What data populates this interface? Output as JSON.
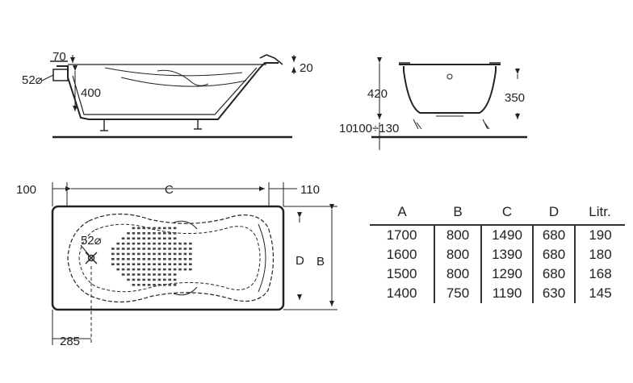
{
  "side_view": {
    "dim_70": "70",
    "dim_52_diameter": "52⌀",
    "dim_400": "400",
    "dim_20": "20"
  },
  "end_view": {
    "dim_420": "420",
    "dim_350": "350",
    "dim_legs": "100÷130",
    "dim_legs_prefix": "10"
  },
  "plan_view": {
    "dim_100": "100",
    "dim_c": "C",
    "dim_110": "110",
    "dim_52_diameter": "52⌀",
    "dim_d": "D",
    "dim_b": "B",
    "dim_285": "285"
  },
  "size_table": {
    "headers": [
      "A",
      "B",
      "C",
      "D",
      "Litr."
    ],
    "rows": [
      [
        "1700",
        "800",
        "1490",
        "680",
        "190"
      ],
      [
        "1600",
        "800",
        "1390",
        "680",
        "180"
      ],
      [
        "1500",
        "800",
        "1290",
        "680",
        "168"
      ],
      [
        "1400",
        "750",
        "1190",
        "630",
        "145"
      ]
    ]
  }
}
